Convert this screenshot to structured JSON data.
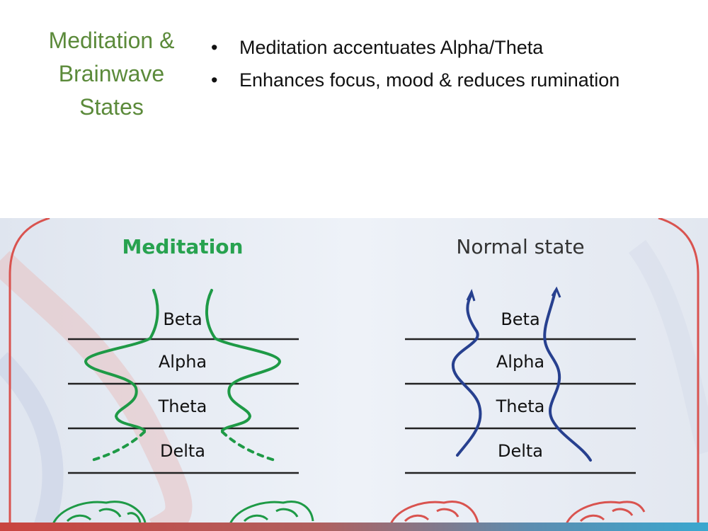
{
  "slide": {
    "title_lines": [
      "Meditation &",
      "Brainwave",
      "States"
    ],
    "bullets": [
      "Meditation accentuates Alpha/Theta",
      "Enhances focus, mood & reduces rumination"
    ]
  },
  "diagram": {
    "left_panel": {
      "heading": "Meditation",
      "bands": [
        "Beta",
        "Alpha",
        "Theta",
        "Delta"
      ],
      "curve_color": "#1e9a46",
      "heading_color": "#27a24f"
    },
    "right_panel": {
      "heading": "Normal state",
      "bands": [
        "Beta",
        "Alpha",
        "Theta",
        "Delta"
      ],
      "curve_color": "#27408f",
      "heading_color": "#333333"
    },
    "frame_color": "#d9534f",
    "footer_gradient": [
      "#c9443f",
      "#3aa7cf"
    ]
  }
}
